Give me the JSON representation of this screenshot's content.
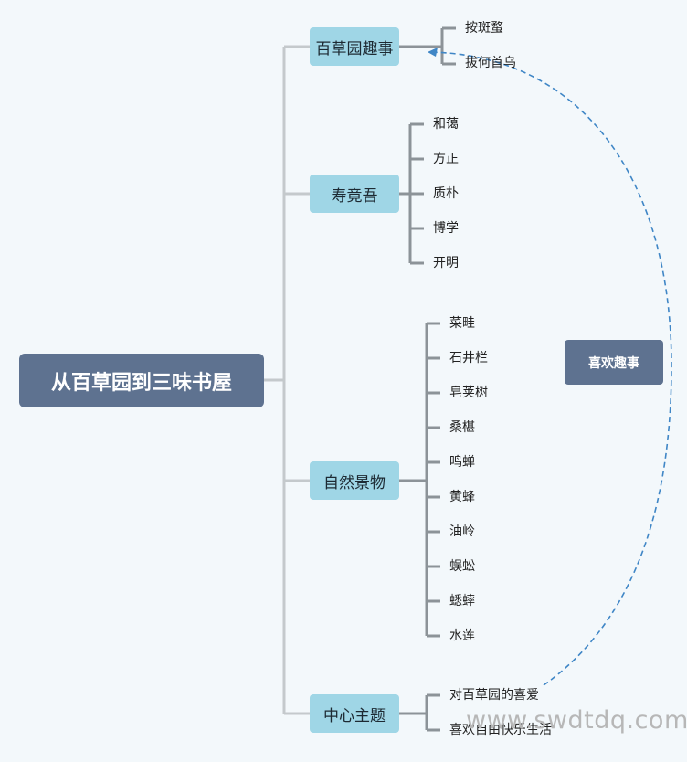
{
  "root": {
    "label": "从百草园到三味书屋"
  },
  "branches": [
    {
      "label": "百草园趣事",
      "leaves": [
        "按斑蝥",
        "拔何首乌"
      ]
    },
    {
      "label": "寿竟吾",
      "leaves": [
        "和蔼",
        "方正",
        "质朴",
        "博学",
        "开明"
      ]
    },
    {
      "label": "自然景物",
      "leaves": [
        "菜畦",
        "石井栏",
        "皂荚树",
        "桑椹",
        "鸣蝉",
        "黄蜂",
        "油岭",
        "蜈蚣",
        "蟋蟀",
        "水莲"
      ]
    },
    {
      "label": "中心主题",
      "leaves": [
        "对百草园的喜爱",
        "喜欢自由快乐生活"
      ]
    }
  ],
  "relationship": {
    "label": "喜欢趣事"
  },
  "watermark": "www.swdtdq.com",
  "colors": {
    "background": "#f3f8fb",
    "root_fill": "#5e7290",
    "branch_fill": "#9fd6e6",
    "trunk_line": "#c4c9cc",
    "branch_line": "#8c9398",
    "relationship_line": "#3f86c6"
  }
}
